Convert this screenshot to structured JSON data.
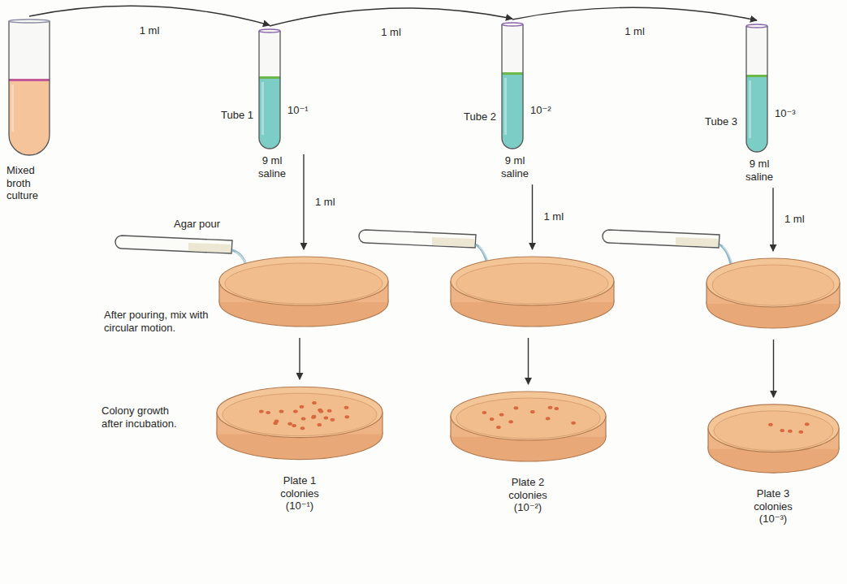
{
  "diagram": {
    "nodes": [
      {
        "text": [
          "Mixed broth culture"
        ]
      },
      {
        "text": [
          "Tube 1",
          "10⁻¹",
          "9 ml saline"
        ]
      },
      {
        "text": [
          "Tube 2",
          "10⁻²",
          "9 ml saline"
        ]
      },
      {
        "text": [
          "Tube 3",
          "10⁻³",
          "9 ml saline"
        ]
      },
      {
        "text": [
          "After pouring, mix with circular motion."
        ]
      },
      {
        "text": []
      },
      {
        "text": []
      },
      {
        "text": [
          "Colony growth after incubation.",
          "Plate 1 colonies (10⁻¹)"
        ]
      },
      {
        "text": [
          "Plate 2 colonies (10⁻²)"
        ]
      },
      {
        "text": [
          "Plate 3 colonies (10⁻³)"
        ]
      }
    ],
    "edges": [
      {
        "from": 0,
        "to": 1,
        "label": "1 ml",
        "arrow": "to"
      },
      {
        "from": 1,
        "to": 2,
        "label": "1 ml",
        "arrow": "to"
      },
      {
        "from": 2,
        "to": 3,
        "label": "1 ml",
        "arrow": "to"
      },
      {
        "from": 1,
        "to": 4,
        "label": "1 ml",
        "arrow": "to"
      },
      {
        "from": 2,
        "to": 5,
        "label": "1 ml",
        "arrow": "to"
      },
      {
        "from": 3,
        "to": 6,
        "label": "1 ml",
        "arrow": "to"
      },
      {
        "from": 4,
        "to": 7,
        "arrow": "to"
      },
      {
        "from": 5,
        "to": 8,
        "arrow": "to"
      },
      {
        "from": 6,
        "to": 9,
        "arrow": "to"
      }
    ],
    "labels": [
      "Agar pour"
    ]
  }
}
